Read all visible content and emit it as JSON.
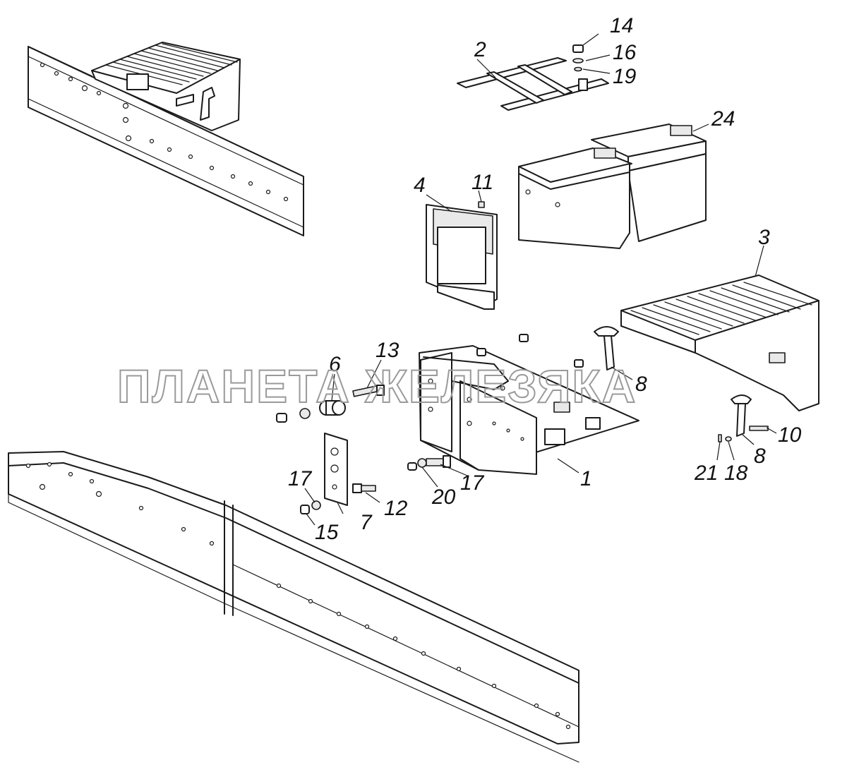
{
  "watermark": "ПЛАНЕТА ЖЕЛЕЗЯКА",
  "callouts": [
    "14",
    "2",
    "16",
    "19",
    "24",
    "4",
    "11",
    "3",
    "13",
    "6",
    "8",
    "1",
    "17",
    "20",
    "17",
    "12",
    "7",
    "15",
    "10",
    "8",
    "21",
    "18"
  ]
}
